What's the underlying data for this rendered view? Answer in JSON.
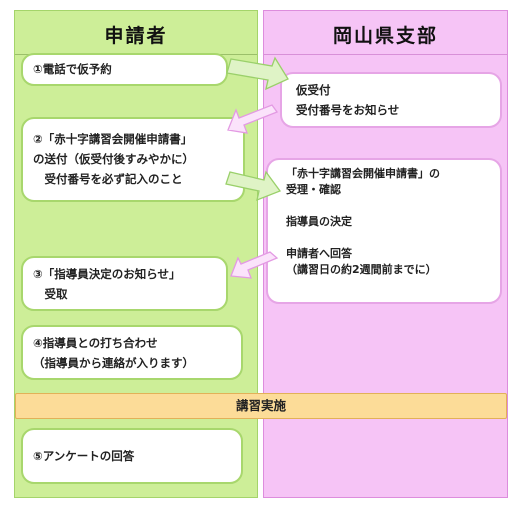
{
  "left_column": {
    "title": "申請者"
  },
  "right_column": {
    "title": "岡山県支部"
  },
  "steps": {
    "s1": {
      "lines": [
        "①電話で仮予約"
      ]
    },
    "s2": {
      "lines": [
        "②「赤十字講習会開催申請書」",
        "の送付（仮受付後すみやかに）",
        "　受付番号を必ず記入のこと"
      ]
    },
    "s3": {
      "lines": [
        "③「指導員決定のお知らせ」",
        "　受取"
      ]
    },
    "s4": {
      "lines": [
        "④指導員との打ち合わせ",
        "（指導員から連絡が入ります）"
      ]
    },
    "s5": {
      "lines": [
        "⑤アンケートの回答"
      ]
    }
  },
  "branch": {
    "b1": {
      "lines": [
        "仮受付",
        "受付番号をお知らせ"
      ]
    },
    "b2": {
      "lines": [
        "「赤十字講習会開催申請書」の",
        "受理・確認",
        "",
        "指導員の決定",
        "",
        "申請者へ回答",
        "（講習日の約2週間前までに）"
      ]
    }
  },
  "banner": {
    "label": "講習実施"
  },
  "colors": {
    "left_bg": "#cdee98",
    "right_bg": "#f6c4f6",
    "banner_bg": "#fcdc98",
    "arrow_green": "#b5e08a",
    "arrow_pink": "#f4b4f4"
  }
}
